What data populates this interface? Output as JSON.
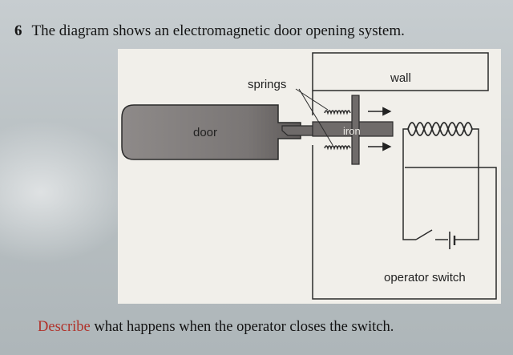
{
  "question": {
    "number": "6",
    "text": "The diagram shows an electromagnetic door opening system."
  },
  "diagram": {
    "labels": {
      "wall": "wall",
      "springs": "springs",
      "door": "door",
      "iron": "iron",
      "operator_switch": "operator switch"
    }
  },
  "prompt": {
    "command": "Describe",
    "rest": " what happens when the operator closes the switch."
  },
  "colors": {
    "door": "#7d7978",
    "iron": "#6f6b6a",
    "outline": "#2b2b2b",
    "command_word": "#b0322a"
  }
}
